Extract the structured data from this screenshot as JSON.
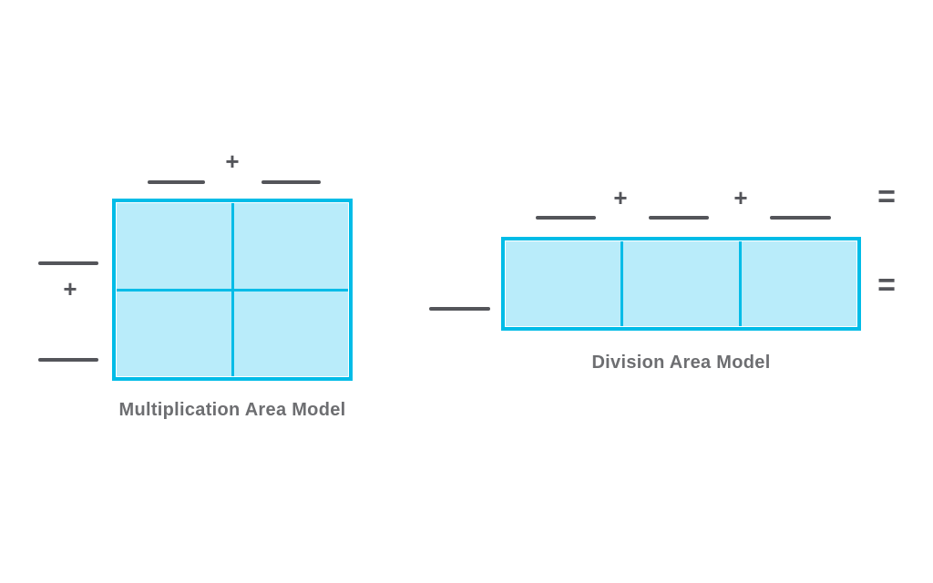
{
  "colors": {
    "cyan": "#00bce7",
    "cell": "#b9ecfa",
    "line": "#54555a",
    "label": "#6d6e71",
    "bg": "#ffffff"
  },
  "multiplication_model": {
    "title": "Multiplication Area Model",
    "top_operator": "+",
    "side_operator": "+",
    "top_blank_count": 2,
    "side_blank_count": 2,
    "grid": {
      "rows": 2,
      "columns": 2
    }
  },
  "division_model": {
    "title": "Division Area Model",
    "operators": [
      "+",
      "+"
    ],
    "equals_top": "=",
    "equals_side": "=",
    "top_blank_count": 3,
    "side_blank_count": 1,
    "grid": {
      "rows": 1,
      "columns": 3
    }
  }
}
